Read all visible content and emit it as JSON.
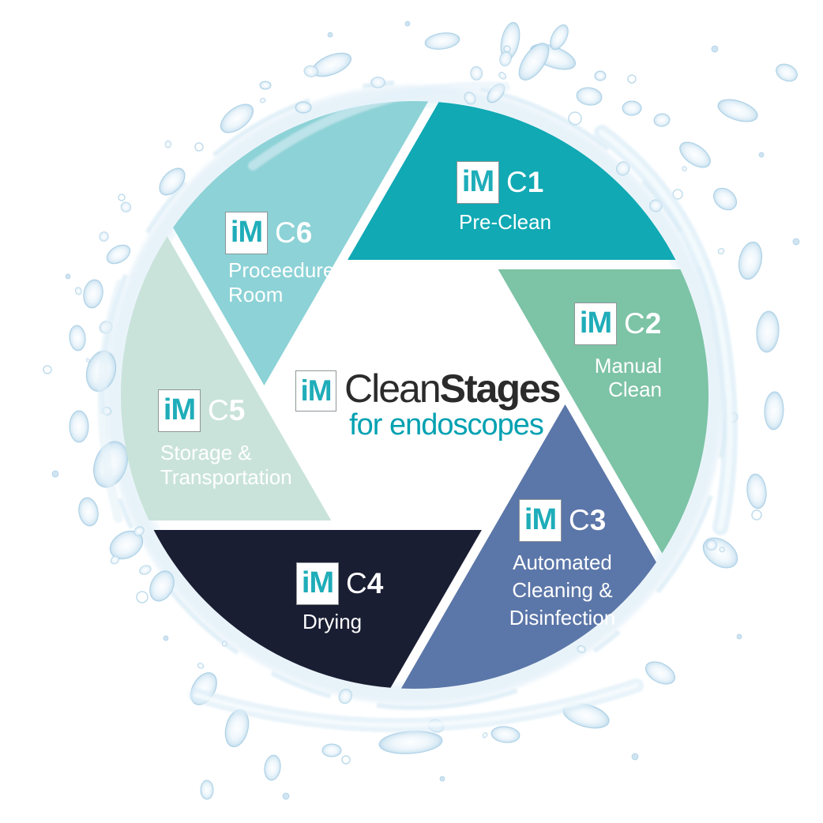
{
  "center_logo": {
    "im": "iM",
    "title_regular": "Clean",
    "title_bold": "Stages",
    "subtitle": "for endoscopes"
  },
  "stages": [
    {
      "id": "c1",
      "im_logo": "iM",
      "code_letter": "C",
      "code_number": "1",
      "label_lines": [
        "Pre-Clean"
      ],
      "color": "#10a9b4"
    },
    {
      "id": "c2",
      "im_logo": "iM",
      "code_letter": "C",
      "code_number": "2",
      "label_lines": [
        "Manual",
        "Clean"
      ],
      "color": "#7dc3a6"
    },
    {
      "id": "c3",
      "im_logo": "iM",
      "code_letter": "C",
      "code_number": "3",
      "label_lines": [
        "Automated",
        "Cleaning &",
        "Disinfection"
      ],
      "color": "#5b76a8"
    },
    {
      "id": "c4",
      "im_logo": "iM",
      "code_letter": "C",
      "code_number": "4",
      "label_lines": [
        "Drying"
      ],
      "color": "#1a1e33"
    },
    {
      "id": "c5",
      "im_logo": "iM",
      "code_letter": "C",
      "code_number": "5",
      "label_lines": [
        "Storage &",
        "Transportation"
      ],
      "color": "#c9e3da"
    },
    {
      "id": "c6",
      "im_logo": "iM",
      "code_letter": "C",
      "code_number": "6",
      "label_lines": [
        "Proceedure",
        "Room"
      ],
      "color": "#8cd2d6"
    }
  ],
  "colors": {
    "accent_teal": "#1fadb9",
    "subtitle_teal": "#00a1b1",
    "title_color": "#2b2b2b",
    "box_border": "#8f9698",
    "label_text": "#ffffff",
    "splash_blue": "#d5e9f4"
  }
}
